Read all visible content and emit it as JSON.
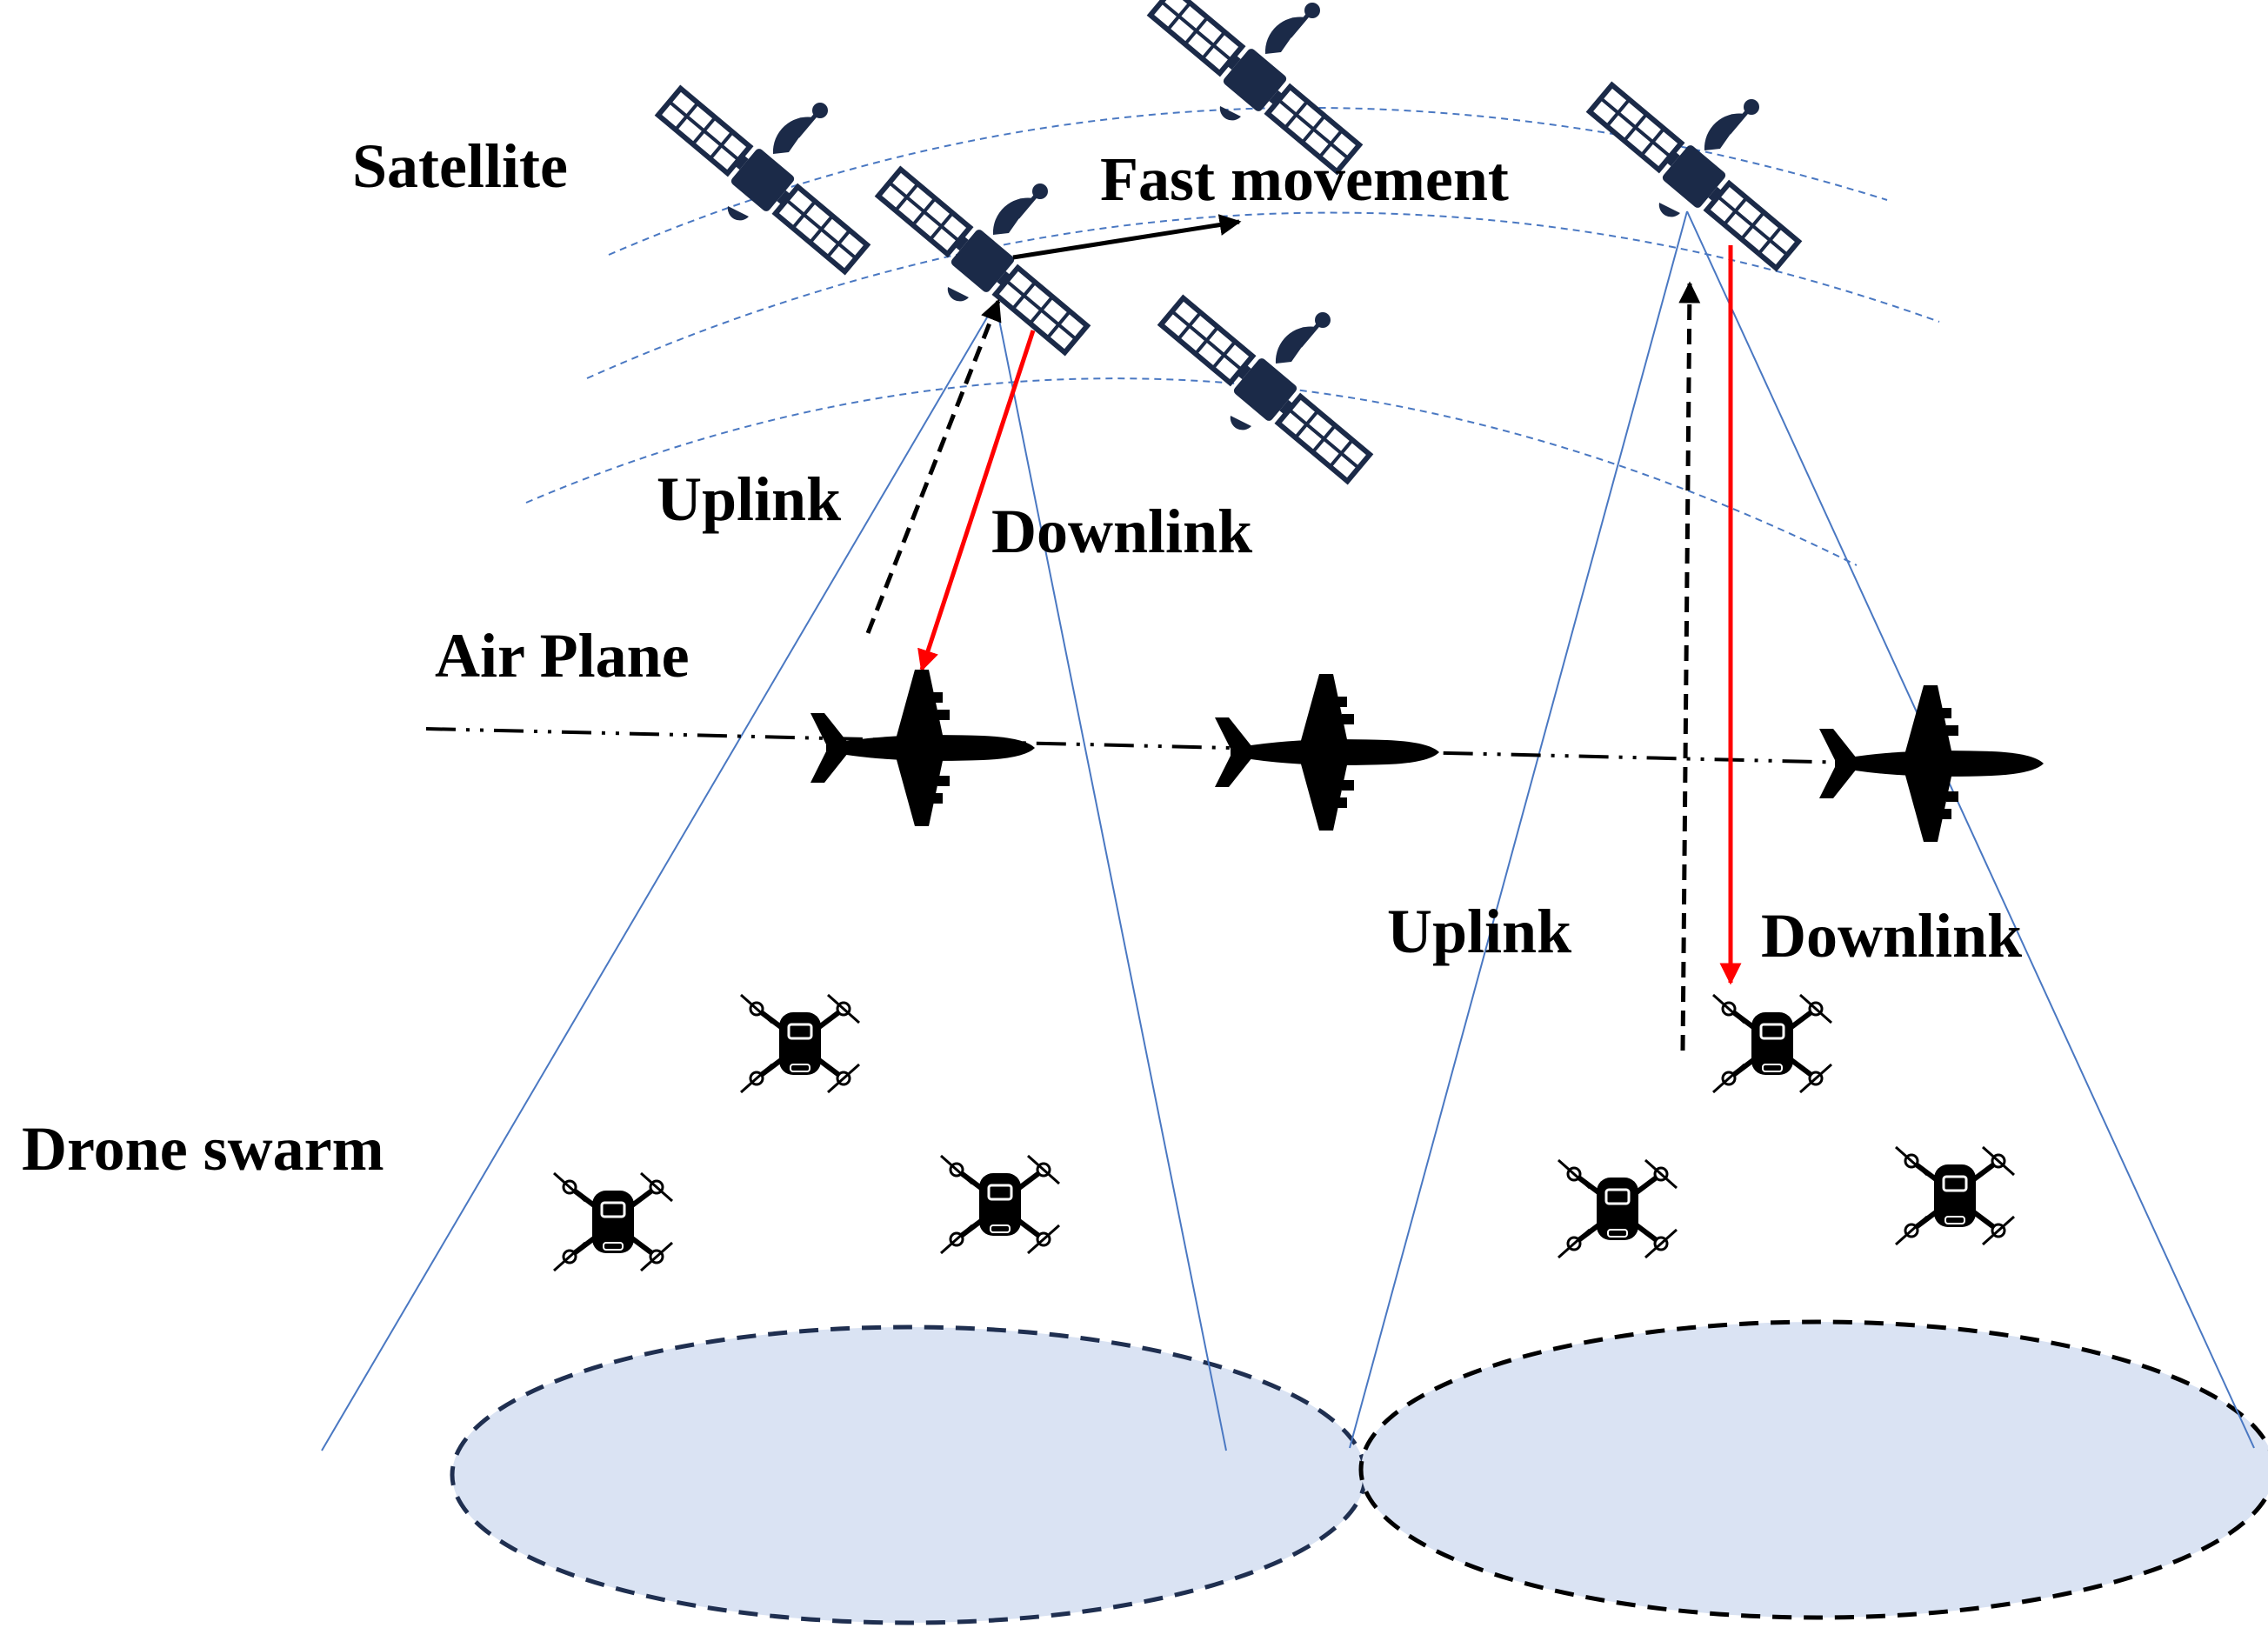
{
  "labels": {
    "satellite": "Satellite",
    "fast_movement": "Fast movement",
    "uplink_left": "Uplink",
    "downlink_left": "Downlink",
    "air_plane": "Air Plane",
    "uplink_right": "Uplink",
    "downlink_right": "Downlink",
    "drone_swarm": "Drone swarm"
  },
  "colors": {
    "satellite_body": "#1b2a48",
    "orbit_line": "#4a78c2",
    "beam_line": "#4a78c2",
    "coverage_fill": "#dae3f3",
    "coverage_border": "#1f2f50",
    "uplink_arrow": "#000000",
    "downlink_arrow": "#ff0000",
    "airplane": "#000000",
    "drone": "#000000"
  },
  "icons": {
    "satellite": "satellite-icon",
    "airplane": "airplane-icon",
    "drone": "drone-icon"
  }
}
